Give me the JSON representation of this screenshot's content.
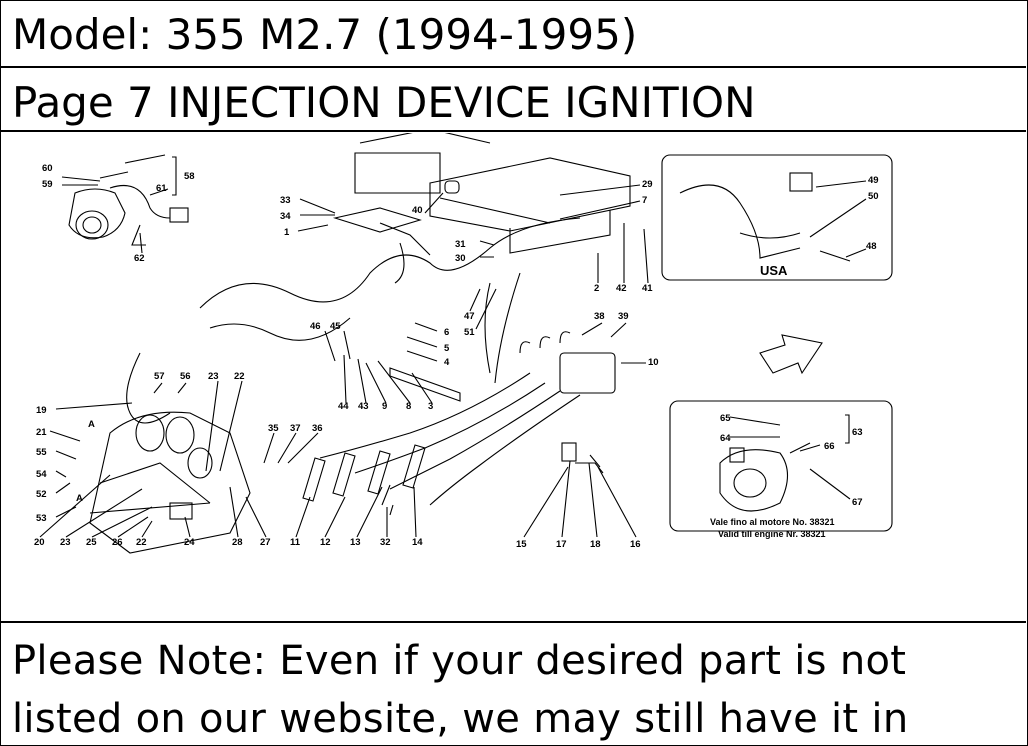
{
  "header": {
    "model_line": "Model: 355 M2.7 (1994-1995)",
    "page_line": "Page 7  INJECTION DEVICE  IGNITION"
  },
  "diagram": {
    "inset_usa_label": "USA",
    "inset_valid_it": "Vale fino al motore No. 38321",
    "inset_valid_en": "Valid till engine Nr. 38321",
    "callouts": [
      "60",
      "59",
      "58",
      "61",
      "62",
      "33",
      "34",
      "1",
      "40",
      "29",
      "7",
      "31",
      "30",
      "2",
      "42",
      "41",
      "49",
      "50",
      "48",
      "47",
      "51",
      "46",
      "45",
      "6",
      "5",
      "4",
      "38",
      "39",
      "10",
      "44",
      "43",
      "9",
      "8",
      "3",
      "57",
      "56",
      "23",
      "22",
      "19",
      "21",
      "55",
      "54",
      "52",
      "53",
      "20",
      "23",
      "25",
      "26",
      "22",
      "24",
      "28",
      "27",
      "35",
      "37",
      "36",
      "11",
      "12",
      "13",
      "32",
      "14",
      "15",
      "17",
      "18",
      "16",
      "65",
      "64",
      "66",
      "63",
      "67"
    ]
  },
  "note": {
    "line1": "Please Note: Even if your desired part is not",
    "line2": "listed on our website, we may still have it in"
  }
}
